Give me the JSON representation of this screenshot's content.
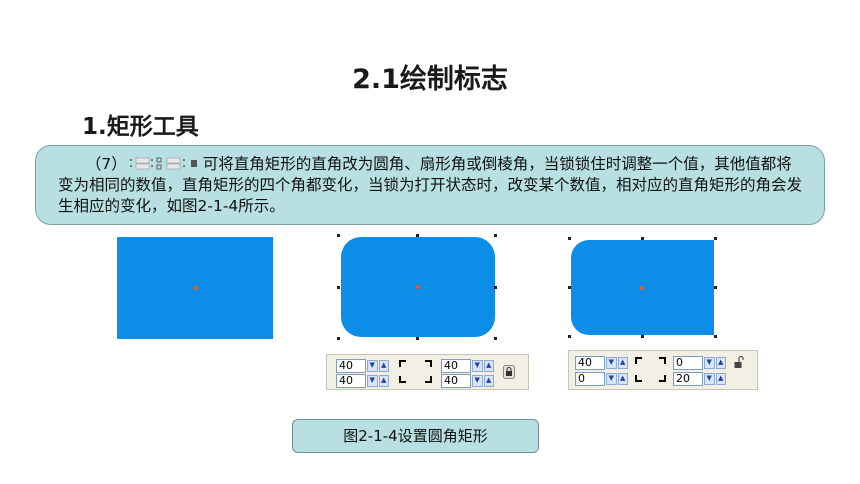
{
  "slide": {
    "title": "2.1绘制标志",
    "subtitle": "1.矩形工具",
    "paragraph_prefix": "（7）",
    "paragraph_text": "可将直角矩形的直角改为圆角、扇形角或倒棱角，当锁锁住时调整一个值，其他值都将变为相同的数值，直角矩形的四个角都变化，当锁为打开状态时，改变某个数值，相对应的直角矩形的角会发生相应的变化，如图2-1-4所示。",
    "caption": "图2-1-4设置圆角矩形"
  },
  "colors": {
    "shape_fill": "#0b8de8",
    "callout_bg": "#b8dfe1",
    "panel_bg": "#f2efe4"
  },
  "panel_locked": {
    "top_left": "40",
    "bottom_left": "40",
    "top_right": "40",
    "bottom_right": "40",
    "lock_icon": "lock-closed-icon"
  },
  "panel_unlocked": {
    "top_left": "40",
    "bottom_left": "0",
    "top_right": "0",
    "bottom_right": "20",
    "lock_icon": "lock-open-icon"
  }
}
